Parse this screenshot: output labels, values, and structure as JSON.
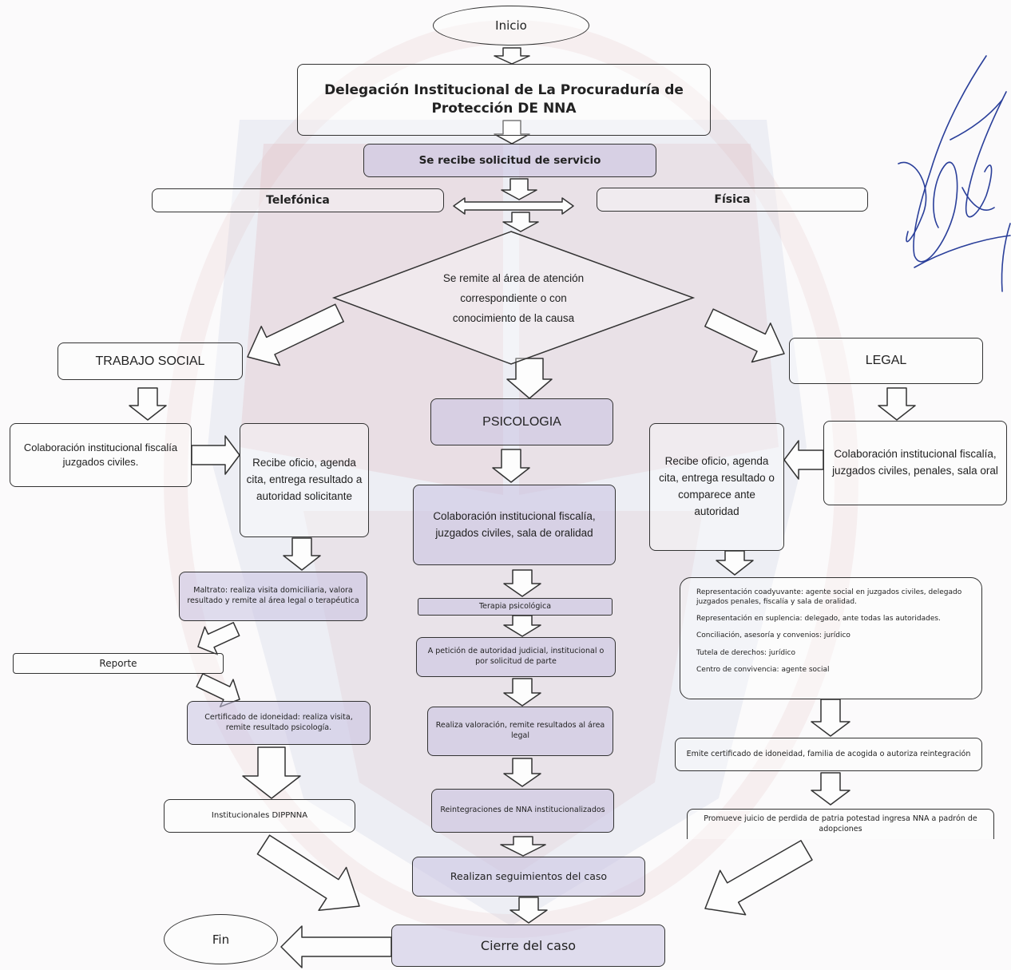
{
  "nodes": {
    "inicio": "Inicio",
    "delegacion": "Delegación Institucional de La Procuraduría de Protección DE NNA",
    "recibe": "Se recibe solicitud de servicio",
    "telefonica": "Telefónica",
    "fisica": "Física",
    "remite": "Se remite al área de atención correspondiente o con conocimiento de la causa",
    "trabajo_social": "TRABAJO SOCIAL",
    "legal": "LEGAL",
    "psicologia": "PSICOLOGIA",
    "ts_colab": "Colaboración institucional fiscalía juzgados civiles.",
    "ts_oficio": "Recibe oficio, agenda cita, entrega resultado a autoridad solicitante",
    "ps_colab": "Colaboración institucional fiscalía, juzgados civiles, sala de oralidad",
    "lg_oficio": "Recibe oficio, agenda cita, entrega resultado o comparece ante autoridad",
    "lg_colab": "Colaboración institucional fiscalía, juzgados civiles, penales, sala oral",
    "maltrato": "Maltrato: realiza visita domiciliaria, valora resultado y remite al área legal o terapéutica",
    "terapia": "Terapia psicológica",
    "peticion": "A petición de autoridad judicial, institucional o por solicitud de parte",
    "reporte": "Reporte",
    "certificado_ts": "Certificado de idoneidad: realiza visita, remite resultado psicología.",
    "valoracion": "Realiza valoración, remite resultados al área legal",
    "institucionales": "Institucionales DIPPNNA",
    "reintegraciones": "Reintegraciones de NNA institucionalizados",
    "emite": "Emite certificado de idoneidad, familia de acogida o autoriza reintegración",
    "promueve": "Promueve juicio de perdida de patria potestad ingresa NNA a padrón de adopciones",
    "seguimientos": "Realizan seguimientos del caso",
    "cierre": "Cierre del caso",
    "fin": "Fin"
  },
  "representacion": [
    "Representación coadyuvante: agente social en juzgados civiles, delegado juzgados penales, fiscalía y sala de oralidad.",
    "Representación en suplencia: delegado, ante todas las autoridades.",
    "Conciliación, asesoría y convenios: jurídico",
    "Tutela de derechos: jurídico",
    "Centro de convivencia: agente social"
  ],
  "colors": {
    "stroke": "#333333",
    "shade": "#c8c3e1",
    "watermark_red": "#d9a9ad",
    "watermark_blue": "#a9b6d4",
    "signature": "#2a3f9a"
  }
}
